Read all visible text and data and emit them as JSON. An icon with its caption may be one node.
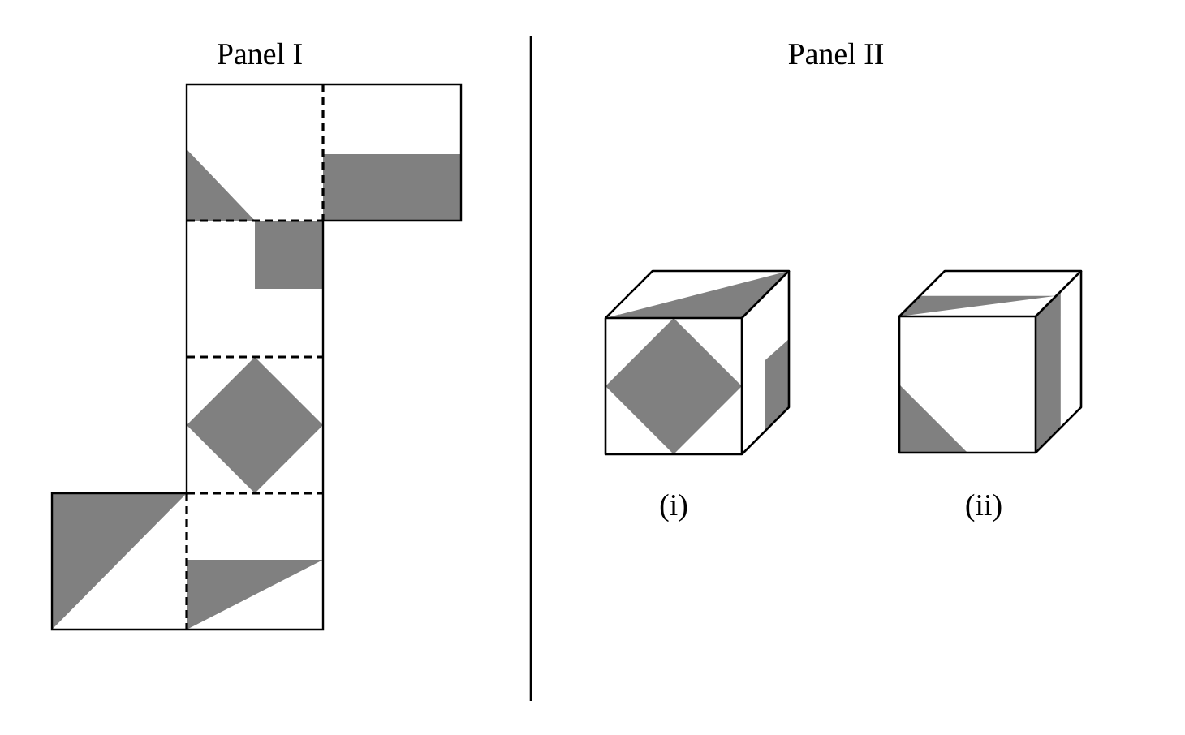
{
  "diagram": {
    "labels": [
      "Panel I",
      "Panel II",
      "(i)",
      "(ii)"
    ]
  }
}
